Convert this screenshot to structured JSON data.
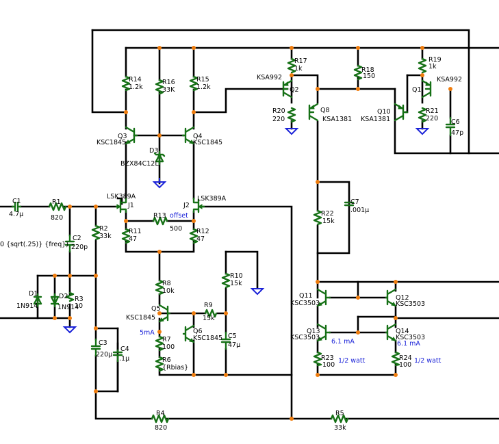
{
  "components": {
    "C1": {
      "ref": "C1",
      "value": "4.7µ"
    },
    "R1": {
      "ref": "R1",
      "value": "820"
    },
    "C2": {
      "ref": "C2",
      "value": "220p"
    },
    "R2": {
      "ref": "R2",
      "value": "33k"
    },
    "D1": {
      "ref": "D1",
      "value": "1N914"
    },
    "D2": {
      "ref": "D2",
      "value": "1N914"
    },
    "R3": {
      "ref": "R3",
      "value": "10"
    },
    "C3": {
      "ref": "C3",
      "value": "220µ"
    },
    "C4": {
      "ref": "C4",
      "value": ".1µ"
    },
    "R4": {
      "ref": "R4",
      "value": "820"
    },
    "R5": {
      "ref": "R5",
      "value": "33k"
    },
    "R14": {
      "ref": "R14",
      "value": "1.2k"
    },
    "R16": {
      "ref": "R16",
      "value": "33K"
    },
    "R15": {
      "ref": "R15",
      "value": "1.2k"
    },
    "Q3": {
      "ref": "Q3",
      "value": "KSC1845"
    },
    "Q4": {
      "ref": "Q4",
      "value": "KSC1845"
    },
    "D3": {
      "ref": "D3",
      "value": "BZX84C12L"
    },
    "J1": {
      "ref": "J1",
      "value": "LSK389A"
    },
    "J2": {
      "ref": "J2",
      "value": "LSK389A"
    },
    "R13": {
      "ref": "R13",
      "value": "500",
      "note": "offset"
    },
    "R11": {
      "ref": "R11",
      "value": "47"
    },
    "R12": {
      "ref": "R12",
      "value": "47"
    },
    "R8": {
      "ref": "R8",
      "value": "10k"
    },
    "Q5": {
      "ref": "Q5",
      "value": "KSC1845",
      "note": "5mA"
    },
    "R9": {
      "ref": "R9",
      "value": "15k"
    },
    "Q6": {
      "ref": "Q6",
      "value": "KSC1845"
    },
    "R7": {
      "ref": "R7",
      "value": "100"
    },
    "R6": {
      "ref": "R6",
      "value": "{Rbias}"
    },
    "R10": {
      "ref": "R10",
      "value": "15k"
    },
    "C5": {
      "ref": "C5",
      "value": "47µ"
    },
    "Q2": {
      "ref": "Q2",
      "value": "KSA992"
    },
    "R17": {
      "ref": "R17",
      "value": "1k"
    },
    "R20": {
      "ref": "R20",
      "value": "220"
    },
    "R18": {
      "ref": "R18",
      "value": "150"
    },
    "Q8": {
      "ref": "Q8",
      "value": "KSA1381"
    },
    "Q10": {
      "ref": "Q10",
      "value": "KSA1381"
    },
    "Q1": {
      "ref": "Q1",
      "value": "KSA992"
    },
    "R19": {
      "ref": "R19",
      "value": "1k"
    },
    "R21": {
      "ref": "R21",
      "value": "220"
    },
    "C6": {
      "ref": "C6",
      "value": "47p"
    },
    "R22": {
      "ref": "R22",
      "value": "15k"
    },
    "C7": {
      "ref": "C7",
      "value": ".001µ"
    },
    "Q11": {
      "ref": "Q11",
      "value": "KSC3503"
    },
    "Q12": {
      "ref": "Q12",
      "value": "KSC3503"
    },
    "Q13": {
      "ref": "Q13",
      "value": "KSC3503",
      "note": "6.1 mA"
    },
    "Q14": {
      "ref": "Q14",
      "value": "KSC3503",
      "note": "6.1 mA"
    },
    "R23": {
      "ref": "R23",
      "value": "100",
      "note": "1/2 watt"
    },
    "R24": {
      "ref": "R24",
      "value": "100",
      "note": "1/2 watt"
    }
  },
  "source_directive": "0 {sqrt(.25)} {freq})",
  "colors": {
    "wire": "#000000",
    "component": "#157015",
    "junction": "#f07d0e",
    "ground": "#1a22d8",
    "annotation": "#1a22d8"
  }
}
